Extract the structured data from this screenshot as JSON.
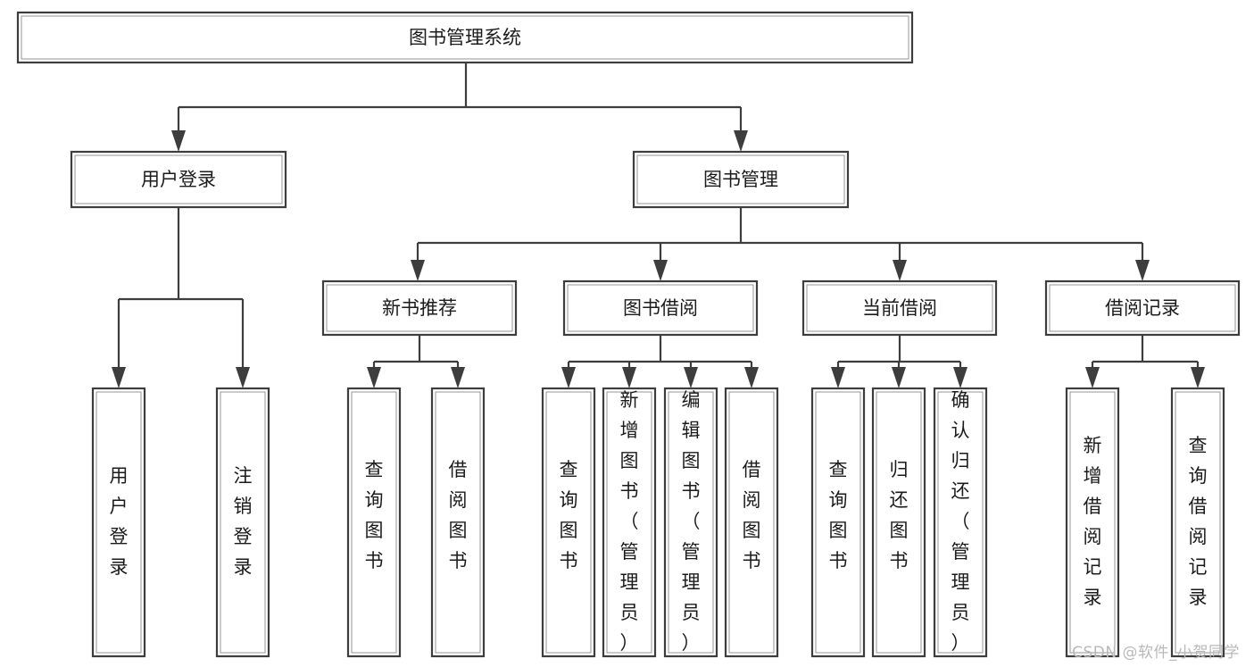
{
  "diagram": {
    "title": "图书管理系统",
    "type": "tree",
    "orientation": "top-down",
    "box_fill": "#ffffff",
    "box_stroke": "#3d3d3d",
    "text_color": "#1b1b1b",
    "connector_color": "#3d3d3d",
    "background": "#ffffff"
  },
  "nodes": {
    "root": {
      "label": "图书管理系统",
      "level": 1
    },
    "level2": [
      {
        "id": "user-login",
        "label": "用户登录"
      },
      {
        "id": "book-manage",
        "label": "图书管理"
      }
    ],
    "level3": [
      {
        "id": "new-book-recommend",
        "label": "新书推荐",
        "parent": "book-manage"
      },
      {
        "id": "book-borrow",
        "label": "图书借阅",
        "parent": "book-manage"
      },
      {
        "id": "current-borrow",
        "label": "当前借阅",
        "parent": "book-manage"
      },
      {
        "id": "borrow-record",
        "label": "借阅记录",
        "parent": "book-manage"
      }
    ],
    "leaves": [
      {
        "id": "leaf-user-login",
        "label": "用户登录",
        "parent": "user-login"
      },
      {
        "id": "leaf-user-logout",
        "label": "注销登录",
        "parent": "user-login"
      },
      {
        "id": "leaf-query-book-1",
        "label": "查询图书",
        "parent": "new-book-recommend"
      },
      {
        "id": "leaf-borrow-book-1",
        "label": "借阅图书",
        "parent": "new-book-recommend"
      },
      {
        "id": "leaf-query-book-2",
        "label": "查询图书",
        "parent": "book-borrow"
      },
      {
        "id": "leaf-add-book",
        "label": "新增图书（管理员）",
        "parent": "book-borrow"
      },
      {
        "id": "leaf-edit-book",
        "label": "编辑图书（管理员）",
        "parent": "book-borrow"
      },
      {
        "id": "leaf-borrow-book-2",
        "label": "借阅图书",
        "parent": "book-borrow"
      },
      {
        "id": "leaf-query-book-3",
        "label": "查询图书",
        "parent": "current-borrow"
      },
      {
        "id": "leaf-return-book",
        "label": "归还图书",
        "parent": "current-borrow"
      },
      {
        "id": "leaf-confirm-return",
        "label": "确认归还（管理员）",
        "parent": "current-borrow"
      },
      {
        "id": "leaf-add-record",
        "label": "新增借阅记录",
        "parent": "borrow-record"
      },
      {
        "id": "leaf-query-record",
        "label": "查询借阅记录",
        "parent": "borrow-record"
      }
    ]
  },
  "watermark": {
    "text": "CSDN @软件_小贺同学",
    "color": "#b9b9b9"
  }
}
